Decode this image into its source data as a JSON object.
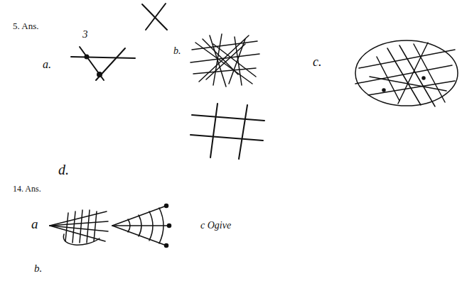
{
  "diagram": {
    "labels": [
      "5. Ans.",
      "3",
      "a.",
      "b.",
      "c.",
      "d.",
      "14. Ans.",
      "a",
      "c Ogive",
      "b."
    ]
  }
}
